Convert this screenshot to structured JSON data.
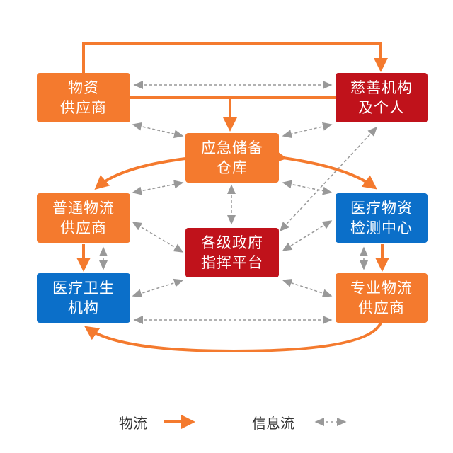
{
  "colors": {
    "orange": "#f47a2e",
    "red": "#c0121b",
    "blue": "#0b6fc9",
    "info_line": "#999999"
  },
  "nodes": {
    "supplier": {
      "line1": "物资",
      "line2": "供应商"
    },
    "charity": {
      "line1": "慈善机构",
      "line2": "及个人"
    },
    "reserve": {
      "line1": "应急储备",
      "line2": "仓库"
    },
    "gov": {
      "line1": "各级政府",
      "line2": "指挥平台"
    },
    "general_log": {
      "line1": "普通物流",
      "line2": "供应商"
    },
    "testing": {
      "line1": "医疗物资",
      "line2": "检测中心"
    },
    "hospital": {
      "line1": "医疗卫生",
      "line2": "机构"
    },
    "pro_log": {
      "line1": "专业物流",
      "line2": "供应商"
    }
  },
  "legend": {
    "material_flow": "物流",
    "info_flow": "信息流"
  }
}
